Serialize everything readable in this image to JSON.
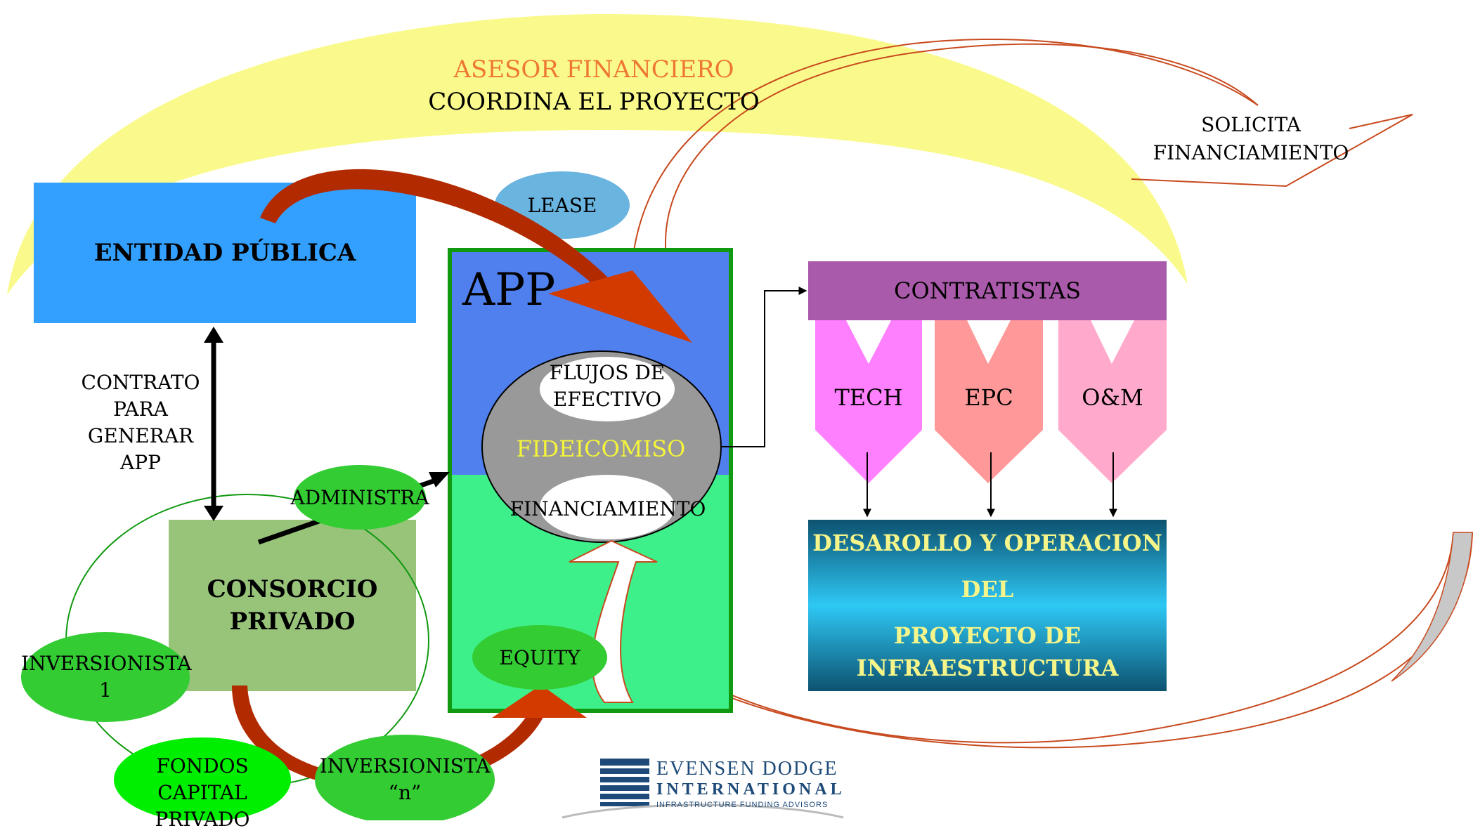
{
  "advisor": {
    "role": "ASESOR FINANCIERO",
    "task": "COORDINA EL PROYECTO"
  },
  "funding_request": {
    "line1": "SOLICITA",
    "line2": "FINANCIAMIENTO"
  },
  "public_entity": {
    "label": "ENTIDAD PÚBLICA"
  },
  "contract": {
    "lines": [
      "CONTRATO",
      "PARA",
      "GENERAR",
      "APP"
    ]
  },
  "lease": {
    "label": "LEASE"
  },
  "app_box": {
    "title": "APP",
    "cash_flows": [
      "FLUJOS DE",
      "EFECTIVO"
    ],
    "trust": "FIDEICOMISO",
    "financing": "FINANCIAMIENTO",
    "equity": "EQUITY"
  },
  "consortium": {
    "lines": [
      "CONSORCIO",
      "PRIVADO"
    ],
    "administers": "ADMINISTRA"
  },
  "investors": {
    "first": [
      "INVERSIONISTA",
      "1"
    ],
    "private_funds": [
      "FONDOS CAPITAL",
      "PRIVADO"
    ],
    "nth": [
      "INVERSIONISTA",
      "“n”"
    ]
  },
  "contractors": {
    "header": "CONTRATISTAS",
    "items": [
      "TECH",
      "EPC",
      "O&M"
    ]
  },
  "project": {
    "lines": [
      "DESAROLLO Y OPERACION",
      "DEL",
      "PROYECTO DE",
      "INFRAESTRUCTURA"
    ]
  },
  "logo": {
    "line1": "EVENSEN DODGE",
    "line2": "INTERNATIONAL",
    "line3": "INFRASTRUCTURE FUNDING ADVISORS"
  },
  "colors": {
    "yellow_arc": "#fafa8c",
    "public_entity": "#33a0ff",
    "app_top": "#5080ee",
    "app_bottom": "#3ef08a",
    "app_border": "#119911",
    "consortium": "#98c47a",
    "investor_green": "#33cc33",
    "contractors": "#aa5aaa",
    "tech": "#ff80ff",
    "epc": "#ff9999",
    "om": "#ffaacc",
    "project_title": "#f5f58a",
    "red_arrow": "#b22a00"
  }
}
